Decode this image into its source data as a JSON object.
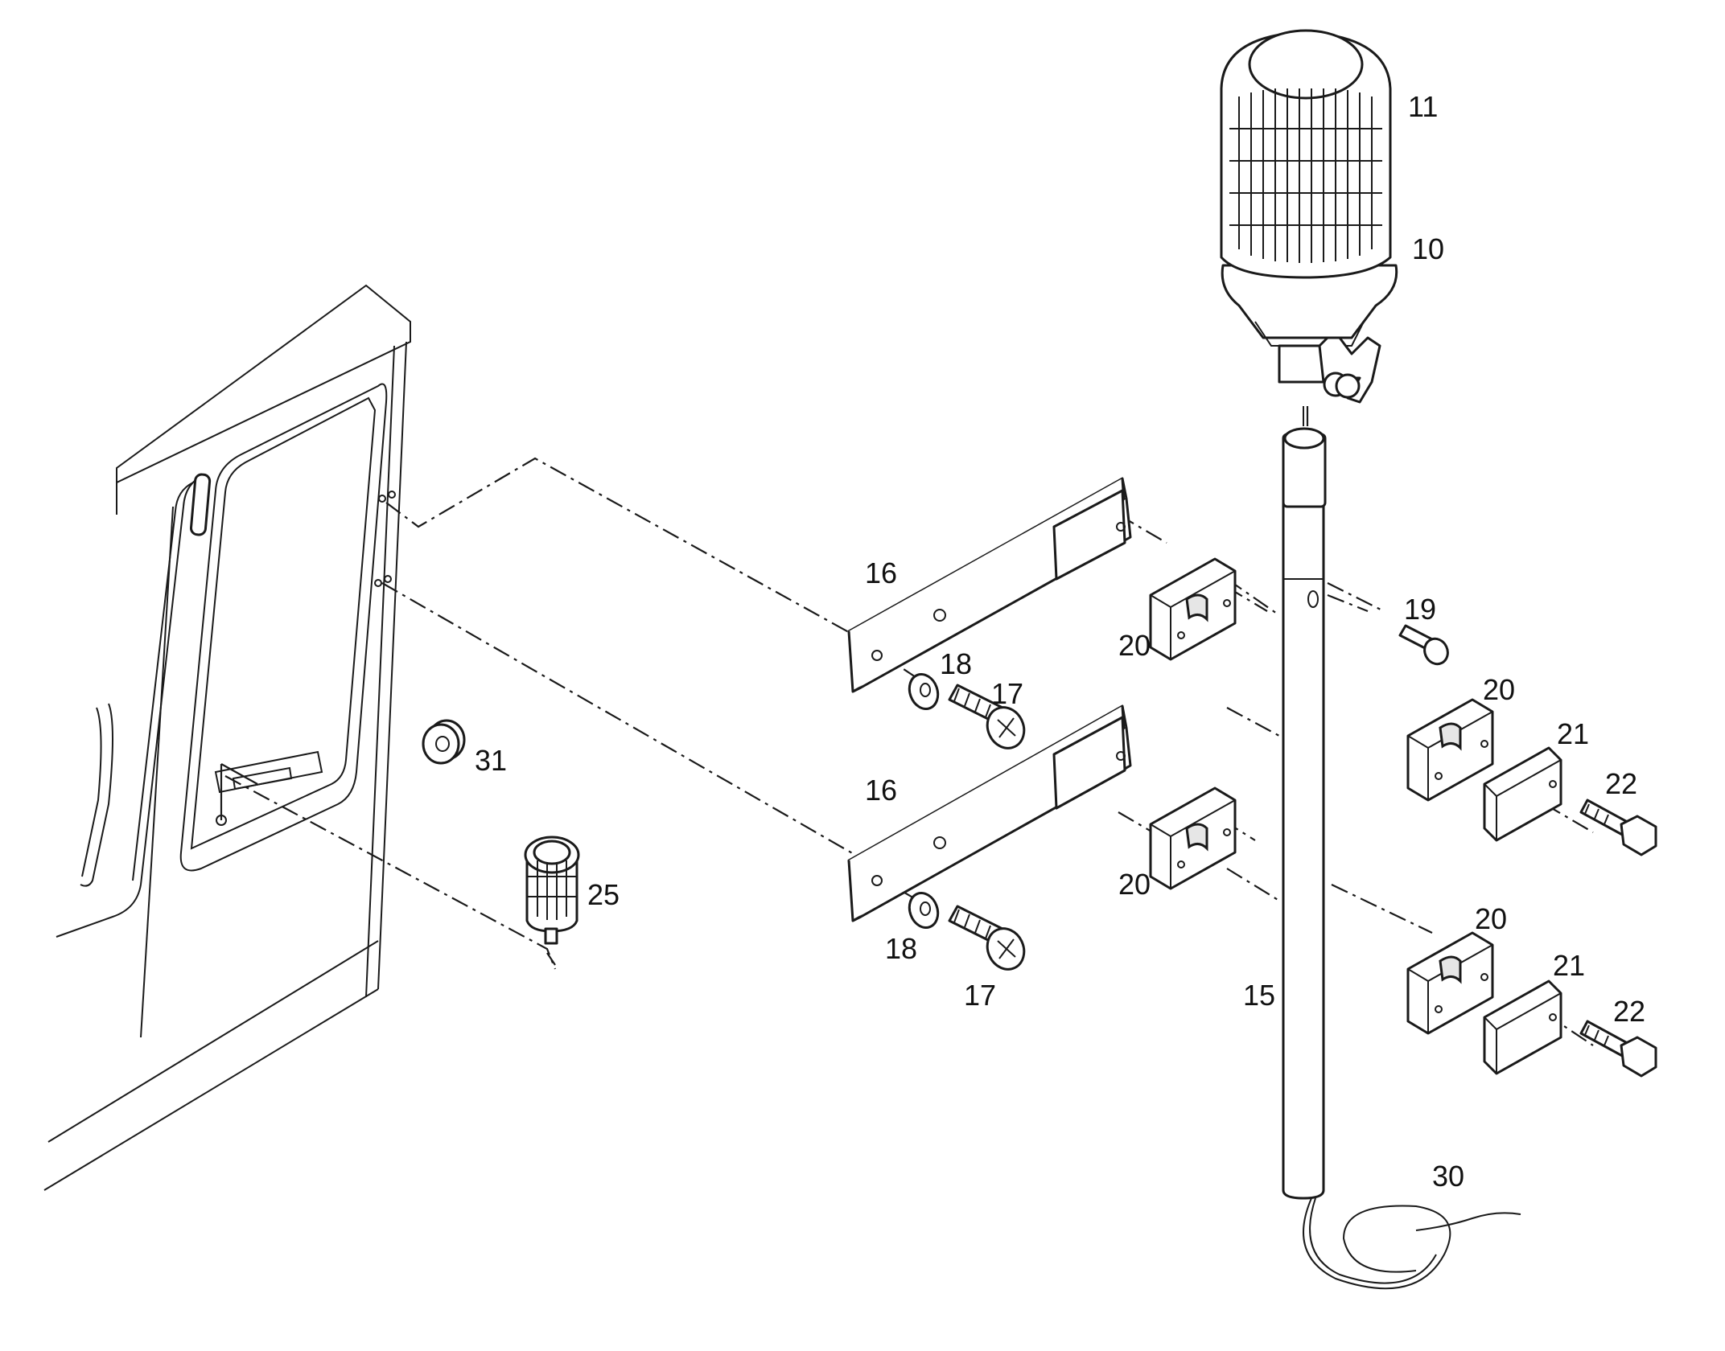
{
  "callouts": {
    "c10": "10",
    "c11": "11",
    "c15": "15",
    "c16a": "16",
    "c16b": "16",
    "c17a": "17",
    "c17b": "17",
    "c18a": "18",
    "c18b": "18",
    "c19": "19",
    "c20a": "20",
    "c20b": "20",
    "c20c": "20",
    "c20d": "20",
    "c21a": "21",
    "c21b": "21",
    "c22a": "22",
    "c22b": "22",
    "c25": "25",
    "c30": "30",
    "c31": "31"
  }
}
